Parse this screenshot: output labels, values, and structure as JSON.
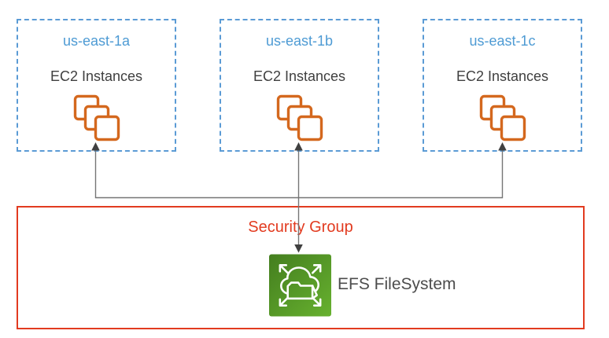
{
  "zones": [
    {
      "name": "us-east-1a",
      "instances_label": "EC2 Instances"
    },
    {
      "name": "us-east-1b",
      "instances_label": "EC2 Instances"
    },
    {
      "name": "us-east-1c",
      "instances_label": "EC2 Instances"
    }
  ],
  "security_group": {
    "label": "Security Group"
  },
  "efs": {
    "label": "EFS FileSystem"
  },
  "icons": {
    "ec2": "ec2-instances-stack-icon",
    "efs": "efs-filesystem-icon",
    "connectors": "bidirectional-arrow-lines"
  },
  "colors": {
    "background": "#FFFFFF",
    "az-blue": "#5B9BD5",
    "az-title-blue": "#4E9BD4",
    "text-gray": "#3F3F3F",
    "ec2-orange": "#D4681E",
    "security-red": "#E23B20",
    "connector-line": "#757575",
    "connector-arrow": "#404040",
    "efs-green-dark": "#447E1F",
    "efs-green-light": "#67B12F",
    "efs-text": "#4D4D4D"
  }
}
